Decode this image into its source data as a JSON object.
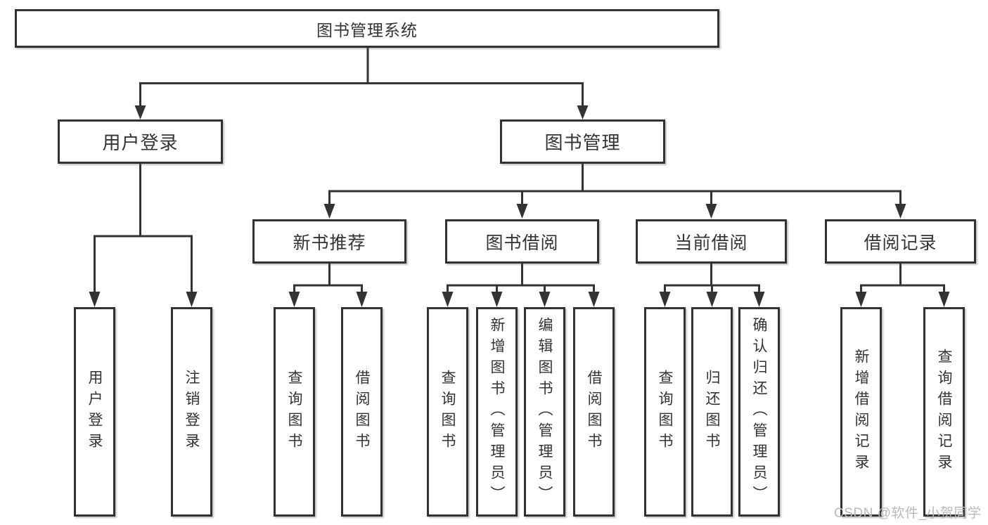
{
  "nodes": {
    "root": "图书管理系统",
    "level2": [
      {
        "label": "用户登录"
      },
      {
        "label": "图书管理"
      }
    ],
    "level3": [
      {
        "label": "新书推荐"
      },
      {
        "label": "图书借阅"
      },
      {
        "label": "当前借阅"
      },
      {
        "label": "借阅记录"
      }
    ],
    "leaves": {
      "login": [
        "用户登录",
        "注销登录"
      ],
      "recommend": [
        "查询图书",
        "借阅图书"
      ],
      "borrow": [
        "查询图书",
        "新增图书（管理员）",
        "编辑图书（管理员）",
        "借阅图书"
      ],
      "current": [
        "查询图书",
        "归还图书",
        "确认归还（管理员）"
      ],
      "records": [
        "新增借阅记录",
        "查询借阅记录"
      ]
    }
  },
  "watermark": "CSDN @软件_小贺同学",
  "colors": {
    "line": "#333333",
    "border": "#323232",
    "text": "#333333",
    "watermark_text": "#b9b9b9",
    "background": "#ffffff"
  }
}
